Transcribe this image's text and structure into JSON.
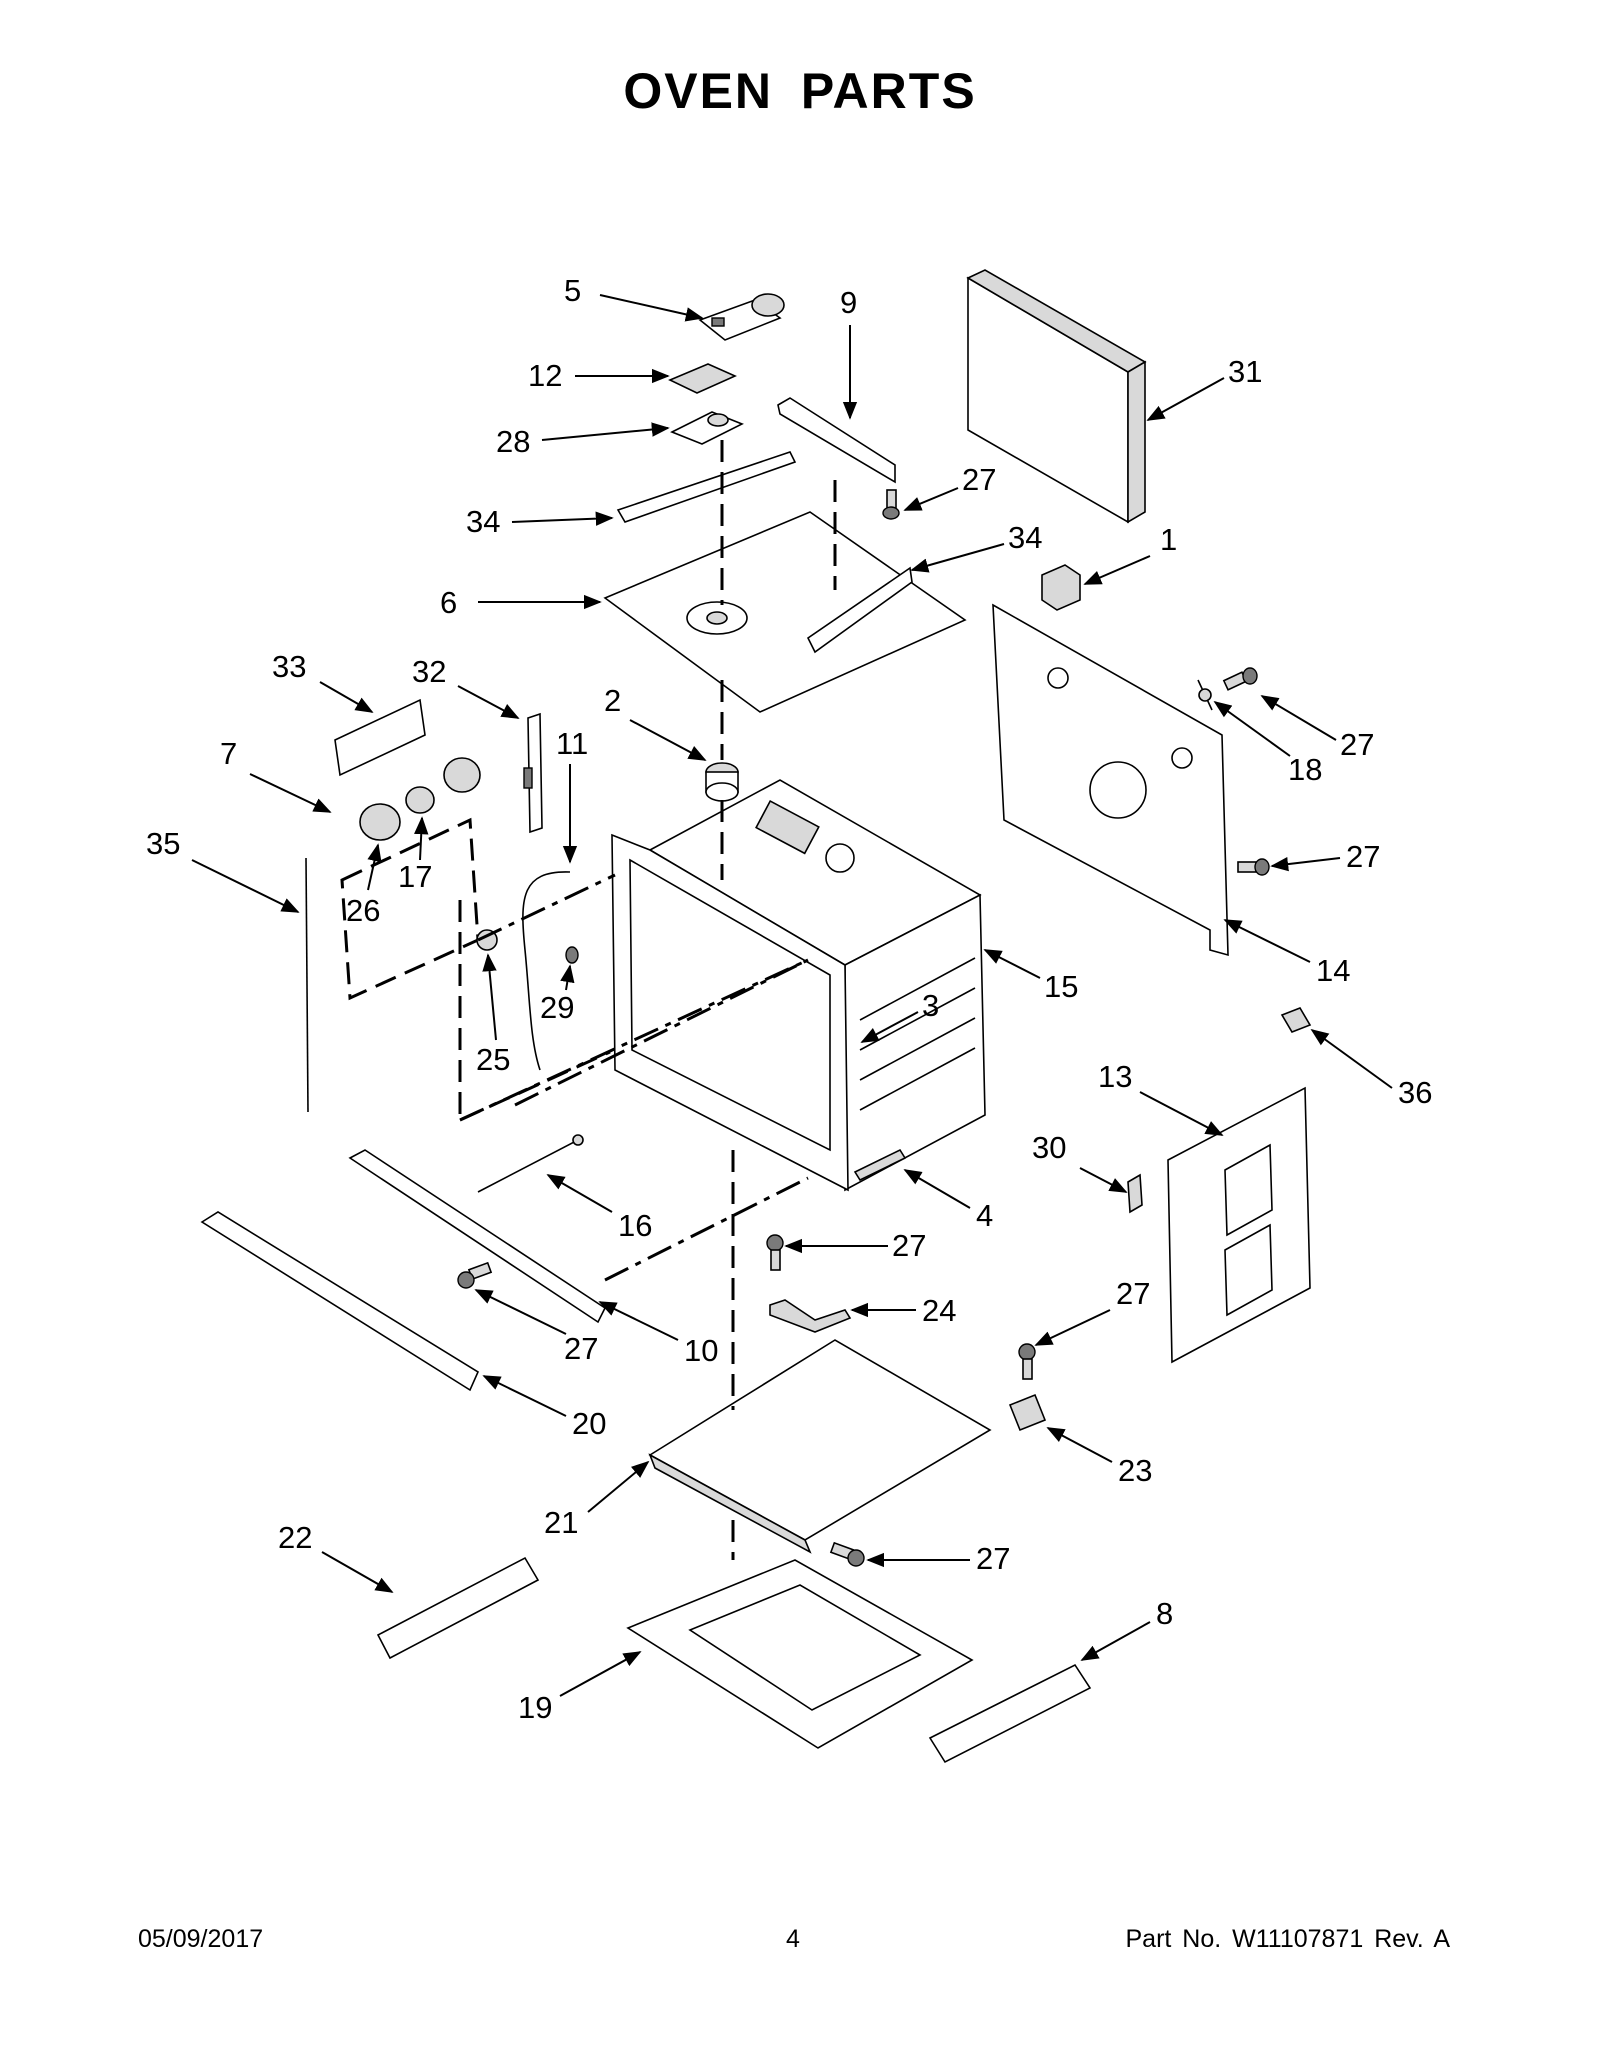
{
  "title": "OVEN PARTS",
  "callouts": [
    {
      "id": "c5",
      "label": "5"
    },
    {
      "id": "c9",
      "label": "9"
    },
    {
      "id": "c31",
      "label": "31"
    },
    {
      "id": "c12",
      "label": "12"
    },
    {
      "id": "c28",
      "label": "28"
    },
    {
      "id": "c27a",
      "label": "27"
    },
    {
      "id": "c34a",
      "label": "34"
    },
    {
      "id": "c34b",
      "label": "34"
    },
    {
      "id": "c1",
      "label": "1"
    },
    {
      "id": "c6",
      "label": "6"
    },
    {
      "id": "c33",
      "label": "33"
    },
    {
      "id": "c32",
      "label": "32"
    },
    {
      "id": "c2",
      "label": "2"
    },
    {
      "id": "c11",
      "label": "11"
    },
    {
      "id": "c7",
      "label": "7"
    },
    {
      "id": "c27b",
      "label": "27"
    },
    {
      "id": "c18",
      "label": "18"
    },
    {
      "id": "c35",
      "label": "35"
    },
    {
      "id": "c17",
      "label": "17"
    },
    {
      "id": "c26",
      "label": "26"
    },
    {
      "id": "c27c",
      "label": "27"
    },
    {
      "id": "c15",
      "label": "15"
    },
    {
      "id": "c14",
      "label": "14"
    },
    {
      "id": "c3",
      "label": "3"
    },
    {
      "id": "c25",
      "label": "25"
    },
    {
      "id": "c29",
      "label": "29"
    },
    {
      "id": "c36",
      "label": "36"
    },
    {
      "id": "c13",
      "label": "13"
    },
    {
      "id": "c30",
      "label": "30"
    },
    {
      "id": "c16",
      "label": "16"
    },
    {
      "id": "c4",
      "label": "4"
    },
    {
      "id": "c27d",
      "label": "27"
    },
    {
      "id": "c24",
      "label": "24"
    },
    {
      "id": "c27e",
      "label": "27"
    },
    {
      "id": "c27f",
      "label": "27"
    },
    {
      "id": "c10",
      "label": "10"
    },
    {
      "id": "c20",
      "label": "20"
    },
    {
      "id": "c23",
      "label": "23"
    },
    {
      "id": "c21",
      "label": "21"
    },
    {
      "id": "c22",
      "label": "22"
    },
    {
      "id": "c27g",
      "label": "27"
    },
    {
      "id": "c8",
      "label": "8"
    },
    {
      "id": "c19",
      "label": "19"
    }
  ],
  "footer": {
    "date": "05/09/2017",
    "page": "4",
    "part_no": "Part No.  W11107871  Rev.  A"
  }
}
